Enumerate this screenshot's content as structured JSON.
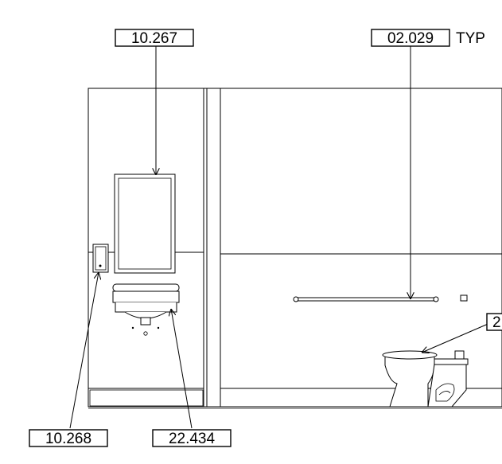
{
  "tags": {
    "mirror": "10.267",
    "tile_wall": "02.029",
    "tile_wall_suffix": "TYP",
    "dispenser": "10.268",
    "sink": "22.434",
    "toilet_partial": "2"
  }
}
